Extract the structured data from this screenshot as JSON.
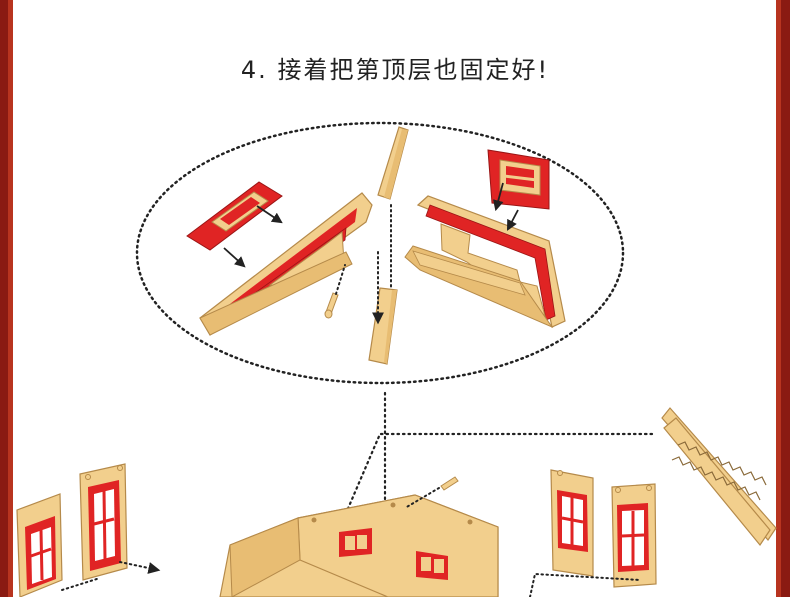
{
  "instruction": {
    "step_number": "4.",
    "text": "接着把第顶层也固定好!"
  },
  "colors": {
    "wood": "#f2cf8d",
    "wood_stroke": "#b58a4a",
    "red_panel": "#e02424",
    "frame": "#8a1a12"
  },
  "icons": [
    "arrow-icon",
    "dotted-guide-line",
    "dowel-peg"
  ]
}
